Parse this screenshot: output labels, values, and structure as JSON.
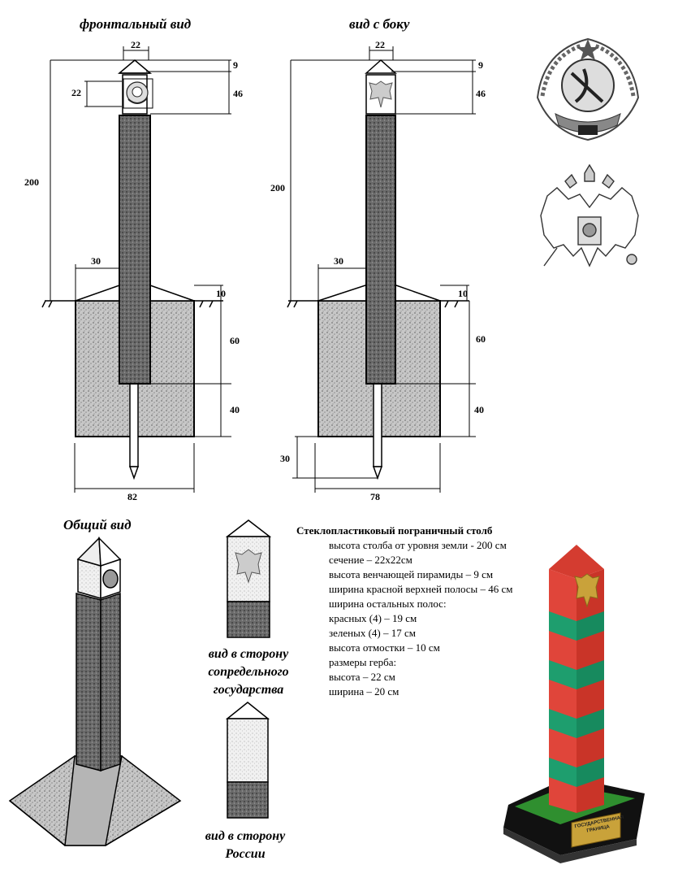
{
  "titles": {
    "front": "фронтальный вид",
    "side": "вид с боку",
    "general": "Общий вид"
  },
  "front_dims": {
    "top_width": "22",
    "pyramid": "9",
    "emblem_height": "22",
    "red_band": "46",
    "total_height": "200",
    "base_offset": "30",
    "footing_rise": "10",
    "depth_upper": "60",
    "depth_lower": "40",
    "base_width": "82"
  },
  "side_dims": {
    "top_width": "22",
    "pyramid": "9",
    "red_band": "46",
    "total_height": "200",
    "base_offset": "30",
    "footing_rise": "10",
    "depth_upper": "60",
    "depth_lower": "40",
    "pin_depth": "30",
    "base_width": "78"
  },
  "captions": {
    "neighbor_line1": "вид в сторону",
    "neighbor_line2": "сопредельного",
    "neighbor_line3": "государства",
    "russia_line1": "вид в сторону",
    "russia_line2": "России"
  },
  "spec": {
    "heading": "Стеклопластиковый пограничный столб",
    "lines": [
      "высота столба от уровня земли - 200 см",
      "сечение – 22х22см",
      "высота венчающей пирамиды – 9 см",
      "ширина красной верхней полосы – 46 см",
      "ширина остальных полос:",
      "красных (4) – 19 см",
      "зеленых (4) – 17 см",
      "высота отмостки – 10 см",
      "размеры герба:",
      "высота – 22 см",
      "ширина – 20 см"
    ]
  },
  "model": {
    "plaque_line1": "ГОСУДАРСТВЕННАЯ",
    "plaque_line2": "ГРАНИЦА"
  },
  "colors": {
    "red": "#e0453a",
    "green": "#1e9e6e",
    "gold": "#c9a23a",
    "stipple": "#8d8d8d"
  }
}
